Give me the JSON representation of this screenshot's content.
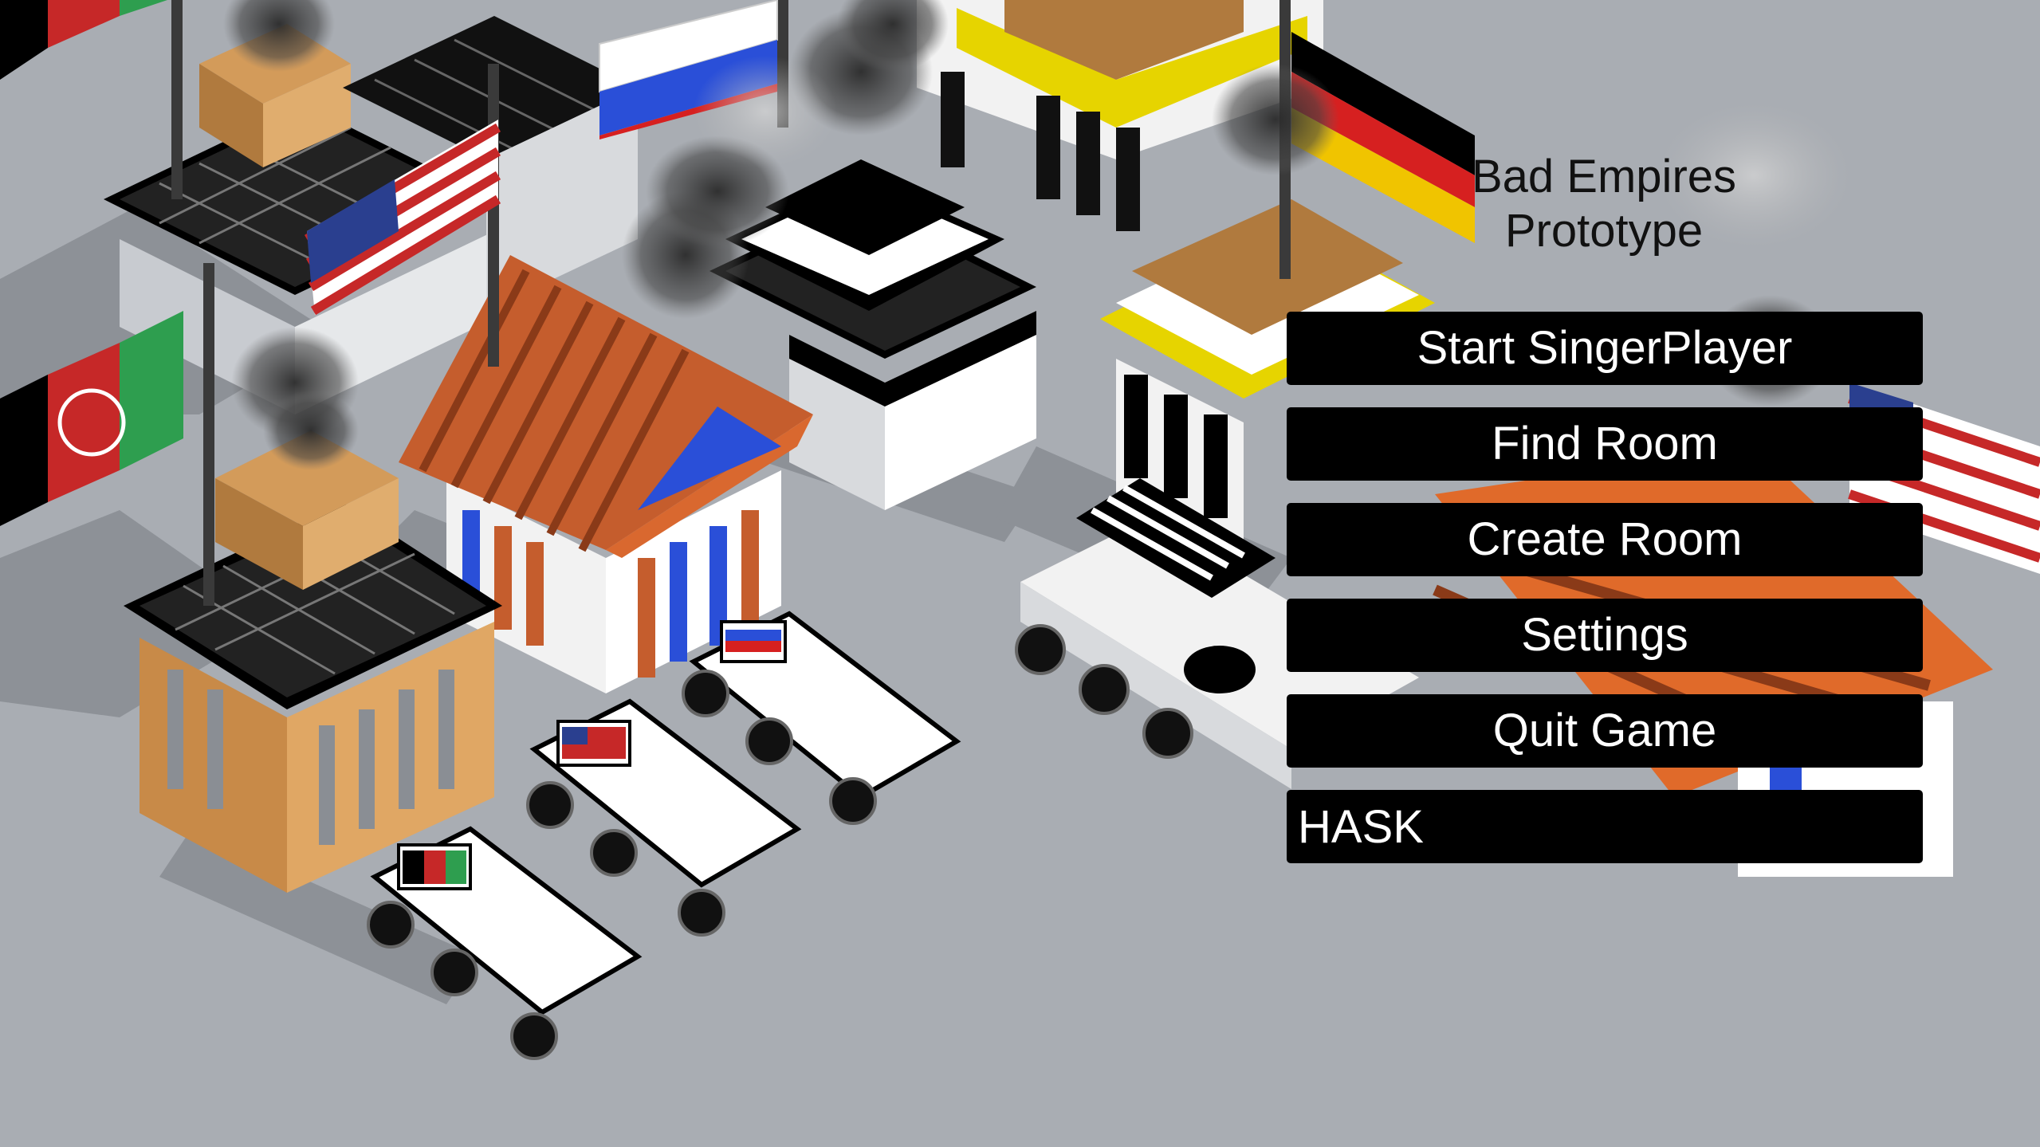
{
  "title_line1": "Bad Empires",
  "title_line2": "Prototype",
  "menu": {
    "start_single": "Start SingerPlayer",
    "find_room": "Find Room",
    "create_room": "Create Room",
    "settings": "Settings",
    "quit": "Quit Game"
  },
  "player_name": {
    "value": "HASK"
  },
  "scene": {
    "background_color": "#a9adb3",
    "flags": [
      "afghanistan-flag",
      "russia-flag",
      "usa-flag",
      "germany-flag"
    ],
    "objects": [
      "factory-building",
      "government-building",
      "power-plant",
      "military-truck",
      "smoke-plume"
    ]
  }
}
